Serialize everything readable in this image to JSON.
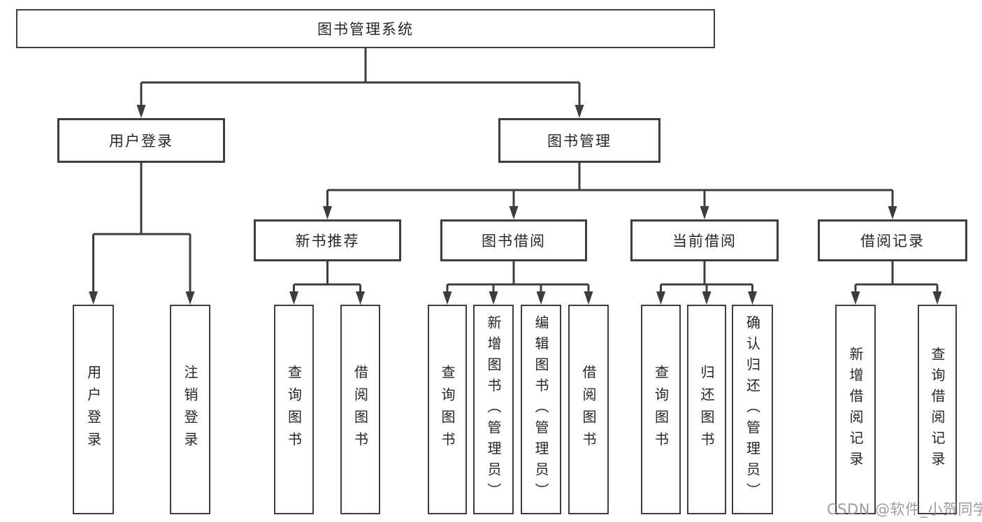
{
  "diagram": {
    "title": "图书管理系统",
    "colors": {
      "line": "#3d3d3d",
      "box_border": "#3d3d3d",
      "text": "#262626",
      "background": "#ffffff",
      "watermark": "#949494"
    },
    "root": {
      "label": "图书管理系统"
    },
    "level2": [
      {
        "label": "用户登录",
        "parent": "图书管理系统"
      },
      {
        "label": "图书管理",
        "parent": "图书管理系统"
      }
    ],
    "level3": [
      {
        "label": "新书推荐",
        "parent": "图书管理"
      },
      {
        "label": "图书借阅",
        "parent": "图书管理"
      },
      {
        "label": "当前借阅",
        "parent": "图书管理"
      },
      {
        "label": "借阅记录",
        "parent": "图书管理"
      }
    ],
    "leaves": [
      {
        "label": "用户登录",
        "parent": "用户登录"
      },
      {
        "label": "注销登录",
        "parent": "用户登录"
      },
      {
        "label": "查询图书",
        "parent": "新书推荐"
      },
      {
        "label": "借阅图书",
        "parent": "新书推荐"
      },
      {
        "label": "查询图书",
        "parent": "图书借阅"
      },
      {
        "label": "新增图书（管理员）",
        "parent": "图书借阅"
      },
      {
        "label": "编辑图书（管理员）",
        "parent": "图书借阅"
      },
      {
        "label": "借阅图书",
        "parent": "图书借阅"
      },
      {
        "label": "查询图书",
        "parent": "当前借阅"
      },
      {
        "label": "归还图书",
        "parent": "当前借阅"
      },
      {
        "label": "确认归还（管理员）",
        "parent": "当前借阅"
      },
      {
        "label": "新增借阅记录",
        "parent": "借阅记录"
      },
      {
        "label": "查询借阅记录",
        "parent": "借阅记录"
      }
    ],
    "watermark": {
      "text": "CSDN @软件_小贺同学"
    }
  }
}
